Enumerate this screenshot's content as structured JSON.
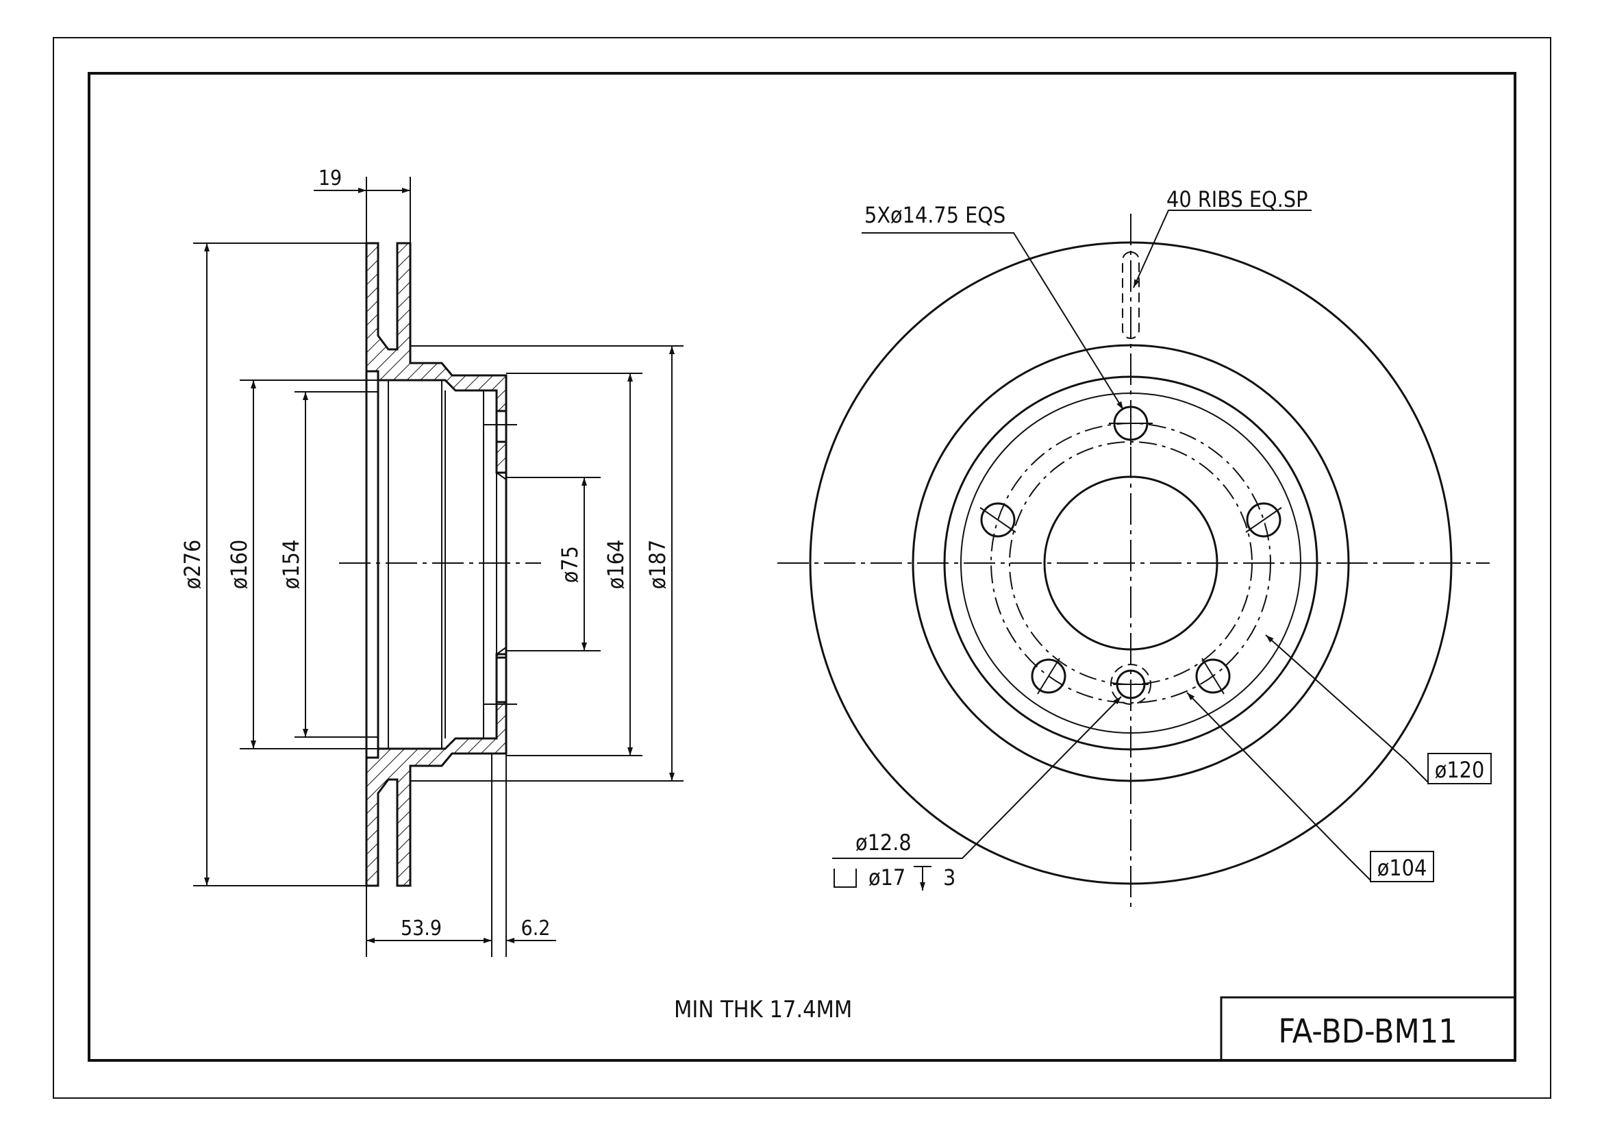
{
  "drawing": {
    "part_number": "FA-BD-BM11",
    "note": "MIN THK 17.4MM"
  },
  "section_view": {
    "dimensions": {
      "width_disc": "19",
      "dia_outer": "ø276",
      "dia_160": "ø160",
      "dia_154": "ø154",
      "dia_75": "ø75",
      "dia_164": "ø164",
      "dia_187": "ø187",
      "offset": "53.9",
      "hat_thickness": "6.2"
    }
  },
  "front_view": {
    "callouts": {
      "bolt_holes": "5Xø14.75 EQS",
      "ribs": "40 RIBS EQ.SP",
      "pcd_120": "ø120",
      "pcd_104": "ø104",
      "hole_dia": "ø12.8",
      "counterbore": "ø17",
      "depth": "3"
    }
  },
  "icons": [
    "counterbore-symbol-icon",
    "depth-symbol-icon"
  ]
}
